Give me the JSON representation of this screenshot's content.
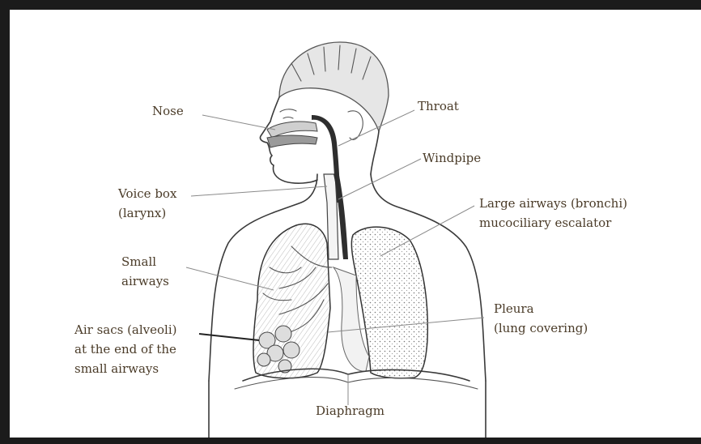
{
  "labels": {
    "nose": "Nose",
    "throat": "Throat",
    "windpipe": "Windpipe",
    "voice_box_1": "Voice box",
    "voice_box_2": "(larynx)",
    "bronchi_1": "Large airways (bronchi)",
    "bronchi_2": "mucociliary escalator",
    "small_airways_1": "Small",
    "small_airways_2": "airways",
    "pleura_1": "Pleura",
    "pleura_2": "(lung covering)",
    "alveoli_1": "Air sacs (alveoli)",
    "alveoli_2": "at the end of the",
    "alveoli_3": "small airways",
    "diaphragm": "Diaphragm"
  },
  "colors": {
    "frame": "#1b1b1b",
    "background": "#ffffff",
    "label_text": "#4a3b28",
    "airway_fill": "#2e2e2e"
  }
}
